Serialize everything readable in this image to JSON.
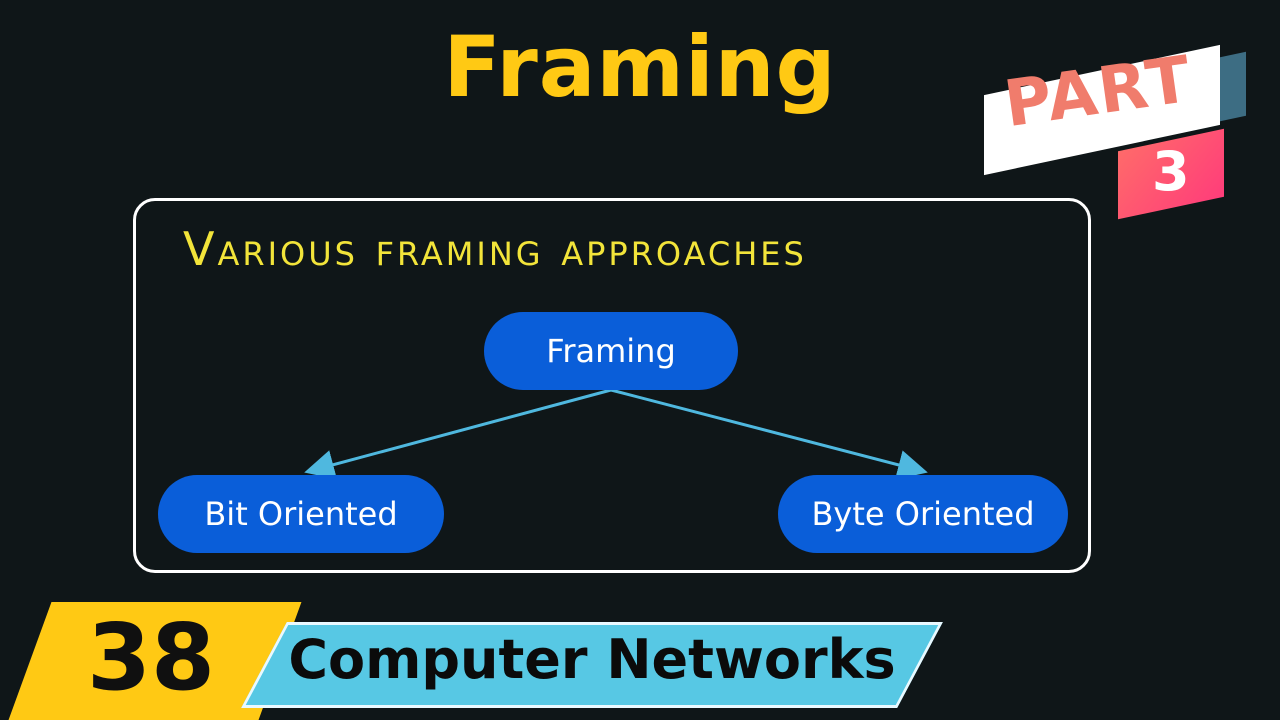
{
  "title": "Framing",
  "badge": {
    "part_label": "PART",
    "part_number": "3"
  },
  "diagram": {
    "heading": "Various framing approaches",
    "root": "Framing",
    "children": [
      "Bit Oriented",
      "Byte Oriented"
    ],
    "colors": {
      "node": "#0a5ed9",
      "arrow": "#4fb8df",
      "heading": "#f2e43a"
    }
  },
  "banner": {
    "episode": "38",
    "series": "Computer Networks"
  },
  "colors": {
    "background": "#0f1618",
    "title": "#ffc914",
    "accent": "#57c8e4"
  }
}
